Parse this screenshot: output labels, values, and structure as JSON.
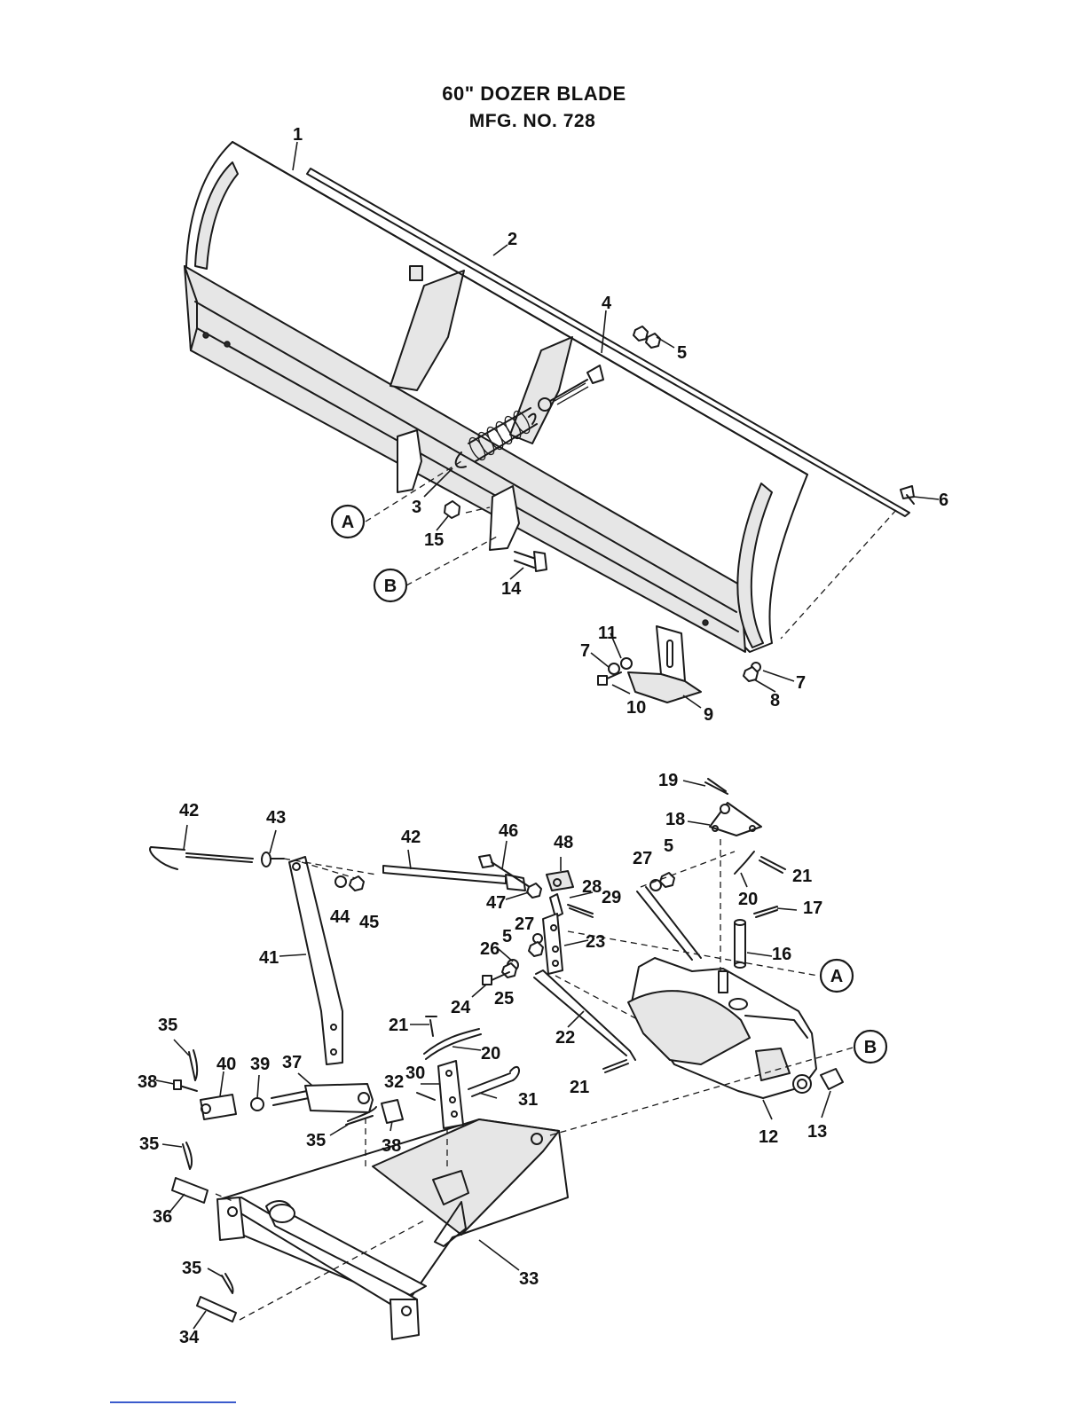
{
  "title": {
    "line1": "60\" DOZER BLADE",
    "line2": "MFG. NO. 728"
  },
  "callouts": {
    "a": "A",
    "b": "B"
  },
  "labels": {
    "p1": "1",
    "p2": "2",
    "p3": "3",
    "p4": "4",
    "p5a": "5",
    "p6": "6",
    "p7a": "7",
    "p7b": "7",
    "p8": "8",
    "p9": "9",
    "p10": "10",
    "p11": "11",
    "p14": "14",
    "p15": "15",
    "p19": "19",
    "p18": "18",
    "p21a": "21",
    "p20a": "20",
    "p17": "17",
    "p16": "16",
    "p27a": "27",
    "p5b": "5",
    "p42a": "42",
    "p43": "43",
    "p42b": "42",
    "p46": "46",
    "p48": "48",
    "p28": "28",
    "p29": "29",
    "p47": "47",
    "p44": "44",
    "p45": "45",
    "p27b": "27",
    "p5c": "5",
    "p23": "23",
    "p41": "41",
    "p26": "26",
    "p24": "24",
    "p25": "25",
    "p22": "22",
    "p21b": "21",
    "p20b": "20",
    "p21c": "21",
    "p35a": "35",
    "p40": "40",
    "p39": "39",
    "p37": "37",
    "p38a": "38",
    "p32": "32",
    "p30": "30",
    "p31": "31",
    "p35b": "35",
    "p38b": "38",
    "p12": "12",
    "p13": "13",
    "p35c": "35",
    "p36": "36",
    "p35d": "35",
    "p33": "33",
    "p34": "34"
  }
}
